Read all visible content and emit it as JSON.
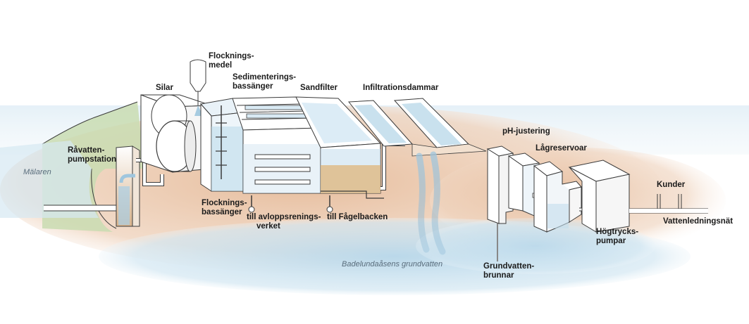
{
  "labels": {
    "flocknings_medel_1": "Flocknings-",
    "flocknings_medel_2": "medel",
    "sediment_1": "Sedimenterings-",
    "sediment_2": "bassänger",
    "silar": "Silar",
    "sandfilter": "Sandfilter",
    "infiltration": "Infiltrationsdammar",
    "ravatten_1": "Råvatten-",
    "ravatten_2": "pumpstation",
    "malaren": "Mälaren",
    "flock_bass_1": "Flocknings-",
    "flock_bass_2": "bassänger",
    "avlopp_1": "till avloppsrenings-",
    "avlopp_2": "verket",
    "fagelbacken": "till Fågelbacken",
    "grundvatten": "Badelundaåsens grundvatten",
    "ph": "pH-justering",
    "lagreservoar": "Lågreservoar",
    "kunder": "Kunder",
    "vattenledning": "Vattenledningsnät",
    "hogtrycks_1": "Högtrycks-",
    "hogtrycks_2": "pumpar",
    "brunnar_1": "Grundvatten-",
    "brunnar_2": "brunnar"
  },
  "colors": {
    "ground": "#e8c3a2",
    "water": "#bcd9ea",
    "structure": "#ffffff",
    "outline": "#3a3a3a",
    "sand": "#d9b98c",
    "grass": "#c8d9a8"
  }
}
